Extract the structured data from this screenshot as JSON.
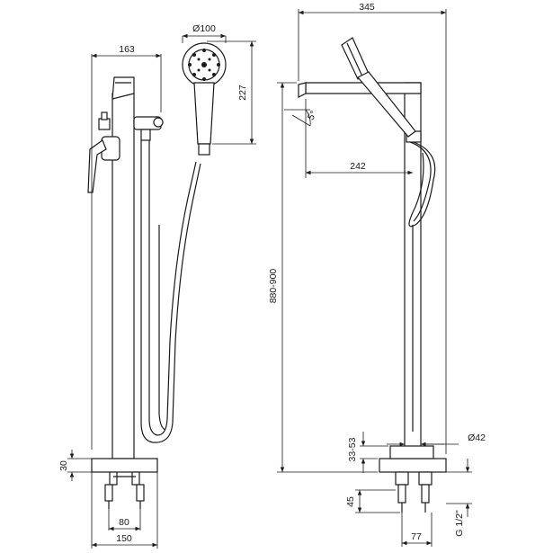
{
  "front_view": {
    "dim_width_top": "163",
    "dim_head_diameter": "Ø100",
    "dim_head_height": "227",
    "dim_base_height": "30",
    "dim_connection_width": "80",
    "dim_base_width": "150"
  },
  "side_view": {
    "dim_total_reach": "345",
    "dim_tilt_angle": "5°",
    "dim_spout_reach": "242",
    "dim_total_height": "880-900",
    "dim_adjust_range": "33-53",
    "dim_pipe_diameter": "Ø42",
    "dim_connection_height": "45",
    "dim_connection_spacing": "77",
    "dim_thread": "G 1/2\""
  }
}
